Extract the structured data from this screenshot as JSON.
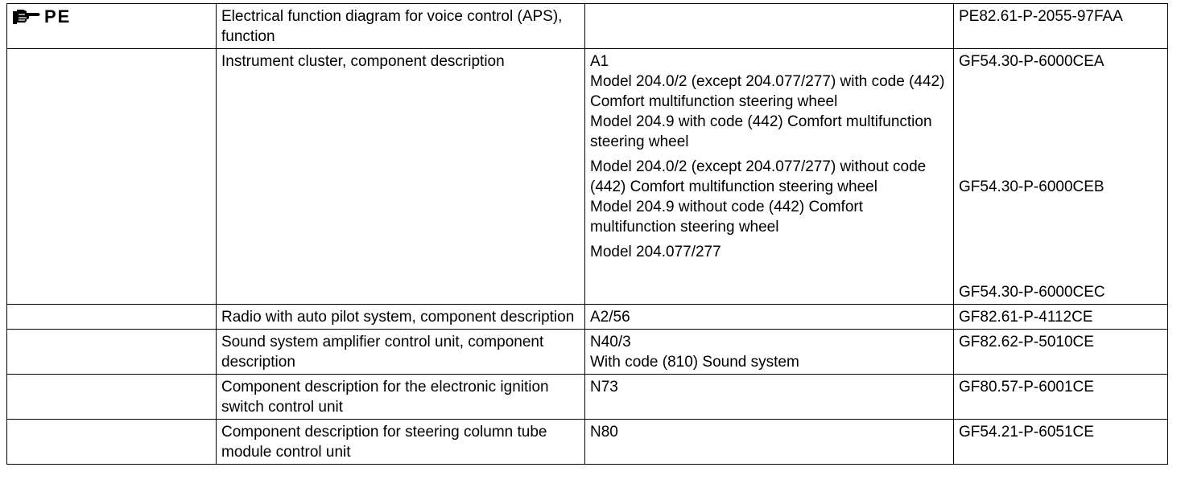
{
  "header": {
    "icon": "pointing-hand-icon",
    "label": "PE"
  },
  "rows": [
    {
      "description": "Electrical function diagram for voice control (APS), function",
      "component": [],
      "reference": [
        "PE82.61-P-2055-97FAA"
      ]
    },
    {
      "description": "Instrument cluster, component description",
      "component": [
        "A1",
        "Model 204.0/2 (except 204.077/277) with code (442) Comfort multifunction steering wheel",
        "Model 204.9 with code (442) Comfort multifunction steering wheel",
        "Model 204.0/2 (except 204.077/277) without code (442) Comfort multifunction steering wheel",
        "Model 204.9 without code (442) Comfort multifunction steering wheel",
        "Model 204.077/277"
      ],
      "reference": [
        "GF54.30-P-6000CEA",
        "GF54.30-P-6000CEB",
        "GF54.30-P-6000CEC"
      ]
    },
    {
      "description": "Radio with auto pilot system, component description",
      "component": [
        "A2/56"
      ],
      "reference": [
        "GF82.61-P-4112CE"
      ]
    },
    {
      "description": "Sound system amplifier control unit, component description",
      "component": [
        "N40/3",
        "With code (810) Sound system"
      ],
      "reference": [
        "GF82.62-P-5010CE"
      ]
    },
    {
      "description": "Component description for the electronic ignition switch control unit",
      "component": [
        "N73"
      ],
      "reference": [
        "GF80.57-P-6001CE"
      ]
    },
    {
      "description": "Component description for steering column tube module control unit",
      "component": [
        "N80"
      ],
      "reference": [
        "GF54.21-P-6051CE"
      ]
    }
  ]
}
